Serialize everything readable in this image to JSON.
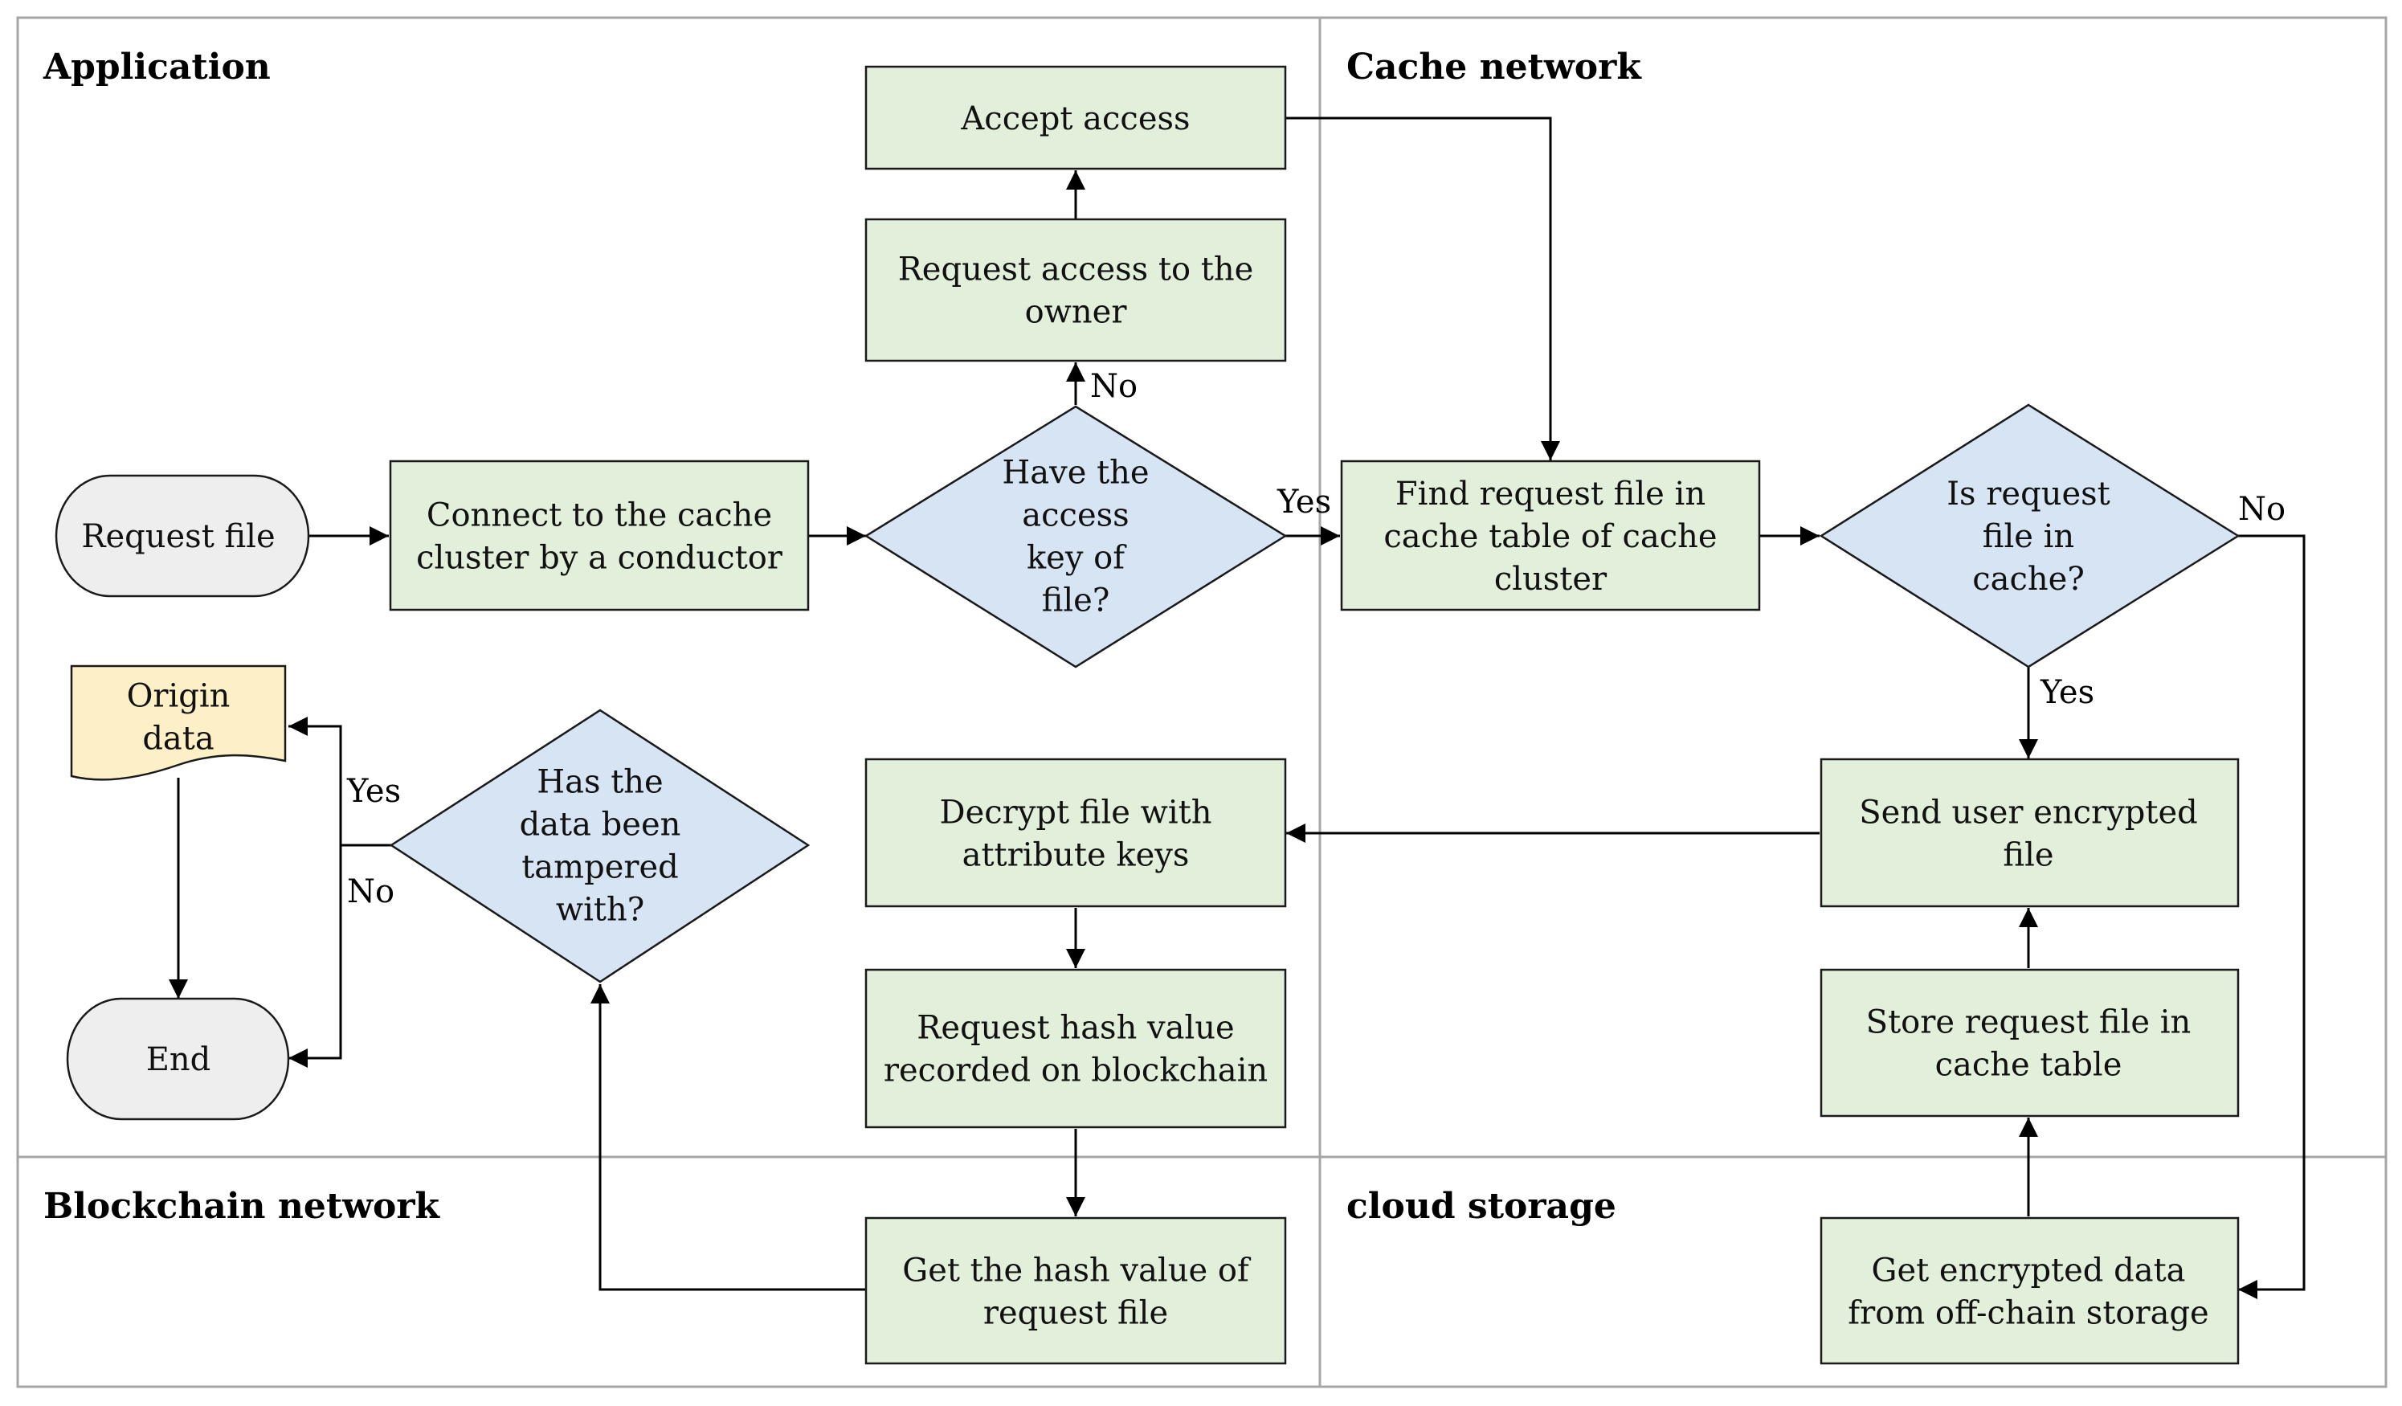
{
  "lanes": {
    "application": "Application",
    "cache_network": "Cache network",
    "blockchain_network": "Blockchain network",
    "cloud_storage": "cloud storage"
  },
  "nodes": {
    "request_file": [
      "Request file"
    ],
    "connect_cache": [
      "Connect to the cache",
      "cluster by a conductor"
    ],
    "have_access_key": [
      "Have the",
      "access",
      "key of",
      "file?"
    ],
    "request_access_owner": [
      "Request access to the",
      "owner"
    ],
    "accept_access": [
      "Accept access"
    ],
    "find_request_file": [
      "Find request file in",
      "cache table of cache",
      "cluster"
    ],
    "is_request_in_cache": [
      "Is request",
      "file in",
      "cache?"
    ],
    "send_user_encrypted": [
      "Send user encrypted",
      "file"
    ],
    "store_request_file": [
      "Store request file  in",
      "cache table"
    ],
    "get_encrypted_data": [
      "Get encrypted data",
      "from off-chain storage"
    ],
    "decrypt_file": [
      "Decrypt file with",
      "attribute keys"
    ],
    "request_hash_value": [
      "Request hash value",
      "recorded on blockchain"
    ],
    "get_hash_value": [
      "Get the hash value of",
      "request file"
    ],
    "has_data_tampered": [
      "Has the",
      "data been",
      "tampered",
      "with?"
    ],
    "origin_data": [
      "Origin",
      "data"
    ],
    "end": [
      "End"
    ]
  },
  "edge_labels": {
    "access_no": "No",
    "access_yes": "Yes",
    "cache_no": "No",
    "cache_yes": "Yes",
    "tampered_yes": "Yes",
    "tampered_no": "No"
  },
  "colors": {
    "process_fill": "#e2efda",
    "decision_fill": "#d6e4f3",
    "terminal_fill": "#eeeeee",
    "document_fill": "#fdf0c7",
    "lane_border": "#a6a6a6"
  }
}
